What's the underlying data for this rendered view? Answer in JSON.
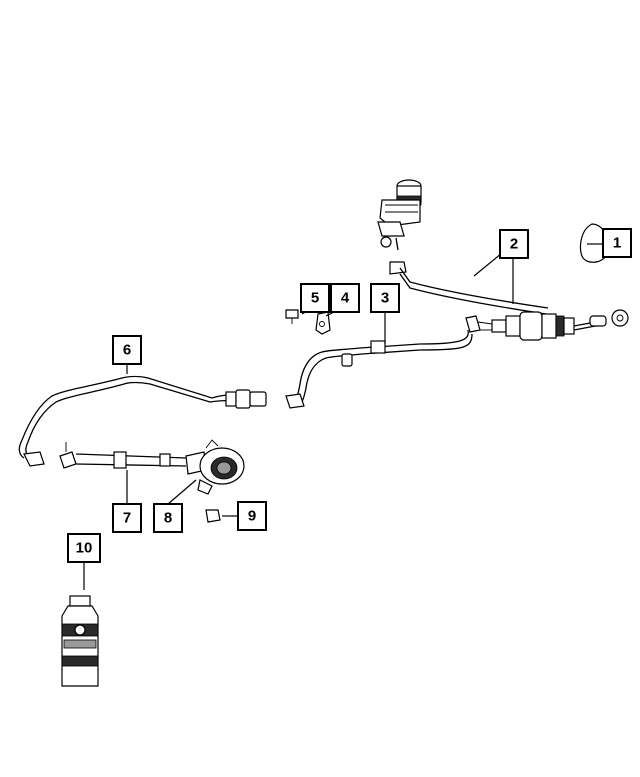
{
  "callouts": [
    {
      "id": "1",
      "label": "1"
    },
    {
      "id": "2",
      "label": "2"
    },
    {
      "id": "3",
      "label": "3"
    },
    {
      "id": "4",
      "label": "4"
    },
    {
      "id": "5",
      "label": "5"
    },
    {
      "id": "6",
      "label": "6"
    },
    {
      "id": "7",
      "label": "7"
    },
    {
      "id": "8",
      "label": "8"
    },
    {
      "id": "9",
      "label": "9"
    },
    {
      "id": "10",
      "label": "10"
    }
  ],
  "colors": {
    "line": "#000000",
    "background": "#ffffff",
    "fill_dark": "#2a2a2a",
    "fill_grey": "#9a9a9a"
  }
}
